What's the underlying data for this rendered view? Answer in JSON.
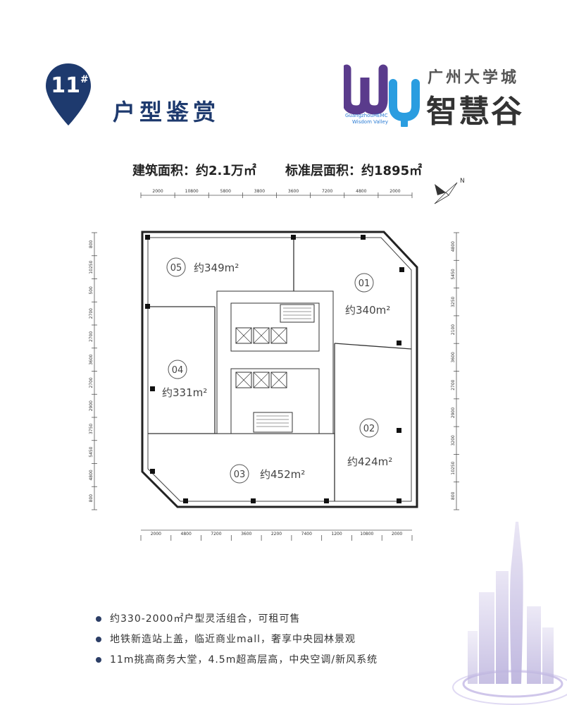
{
  "header": {
    "badge_number": "11",
    "badge_sup": "#",
    "title": "户型鉴赏"
  },
  "logo": {
    "cn_small": "广州大学城",
    "cn_big": "智慧谷",
    "en_line1": "GuangzhouHEMC",
    "en_line2": "Wisdom Valley"
  },
  "areas": {
    "building": "建筑面积：约2.1万㎡",
    "floor": "标准层面积：约1895㎡"
  },
  "plan": {
    "units": [
      {
        "num": "05",
        "area": "约349m²"
      },
      {
        "num": "01",
        "area": "约340m²"
      },
      {
        "num": "04",
        "area": "约331m²"
      },
      {
        "num": "02",
        "area": "约424m²"
      },
      {
        "num": "03",
        "area": "约452m²"
      }
    ],
    "dims_top": [
      "2000",
      "10800",
      "5800",
      "3800",
      "3600",
      "7200",
      "4800",
      "2000"
    ],
    "dims_bottom": [
      "2000",
      "4800",
      "7200",
      "3600",
      "2200",
      "7400",
      "1200",
      "10800",
      "2000"
    ],
    "dims_left": [
      "800",
      "10250",
      "500",
      "2700",
      "2700",
      "3600",
      "2700",
      "2900",
      "3750",
      "5450",
      "4800",
      "800"
    ],
    "dims_right": [
      "4800",
      "5450",
      "3250",
      "2100",
      "3600",
      "2700",
      "2900",
      "3200",
      "10250",
      "800"
    ],
    "north": "N"
  },
  "bullets": [
    "约330-2000㎡户型灵活组合，可租可售",
    "地铁新造站上盖，临近商业mall，奢享中央园林景观",
    "11m挑高商务大堂，4.5m超高层高，中央空调/新风系统"
  ],
  "colors": {
    "navy": "#1e3a6e",
    "logo_blue": "#2a7bd4",
    "logo_purple": "#5a3b8c"
  }
}
